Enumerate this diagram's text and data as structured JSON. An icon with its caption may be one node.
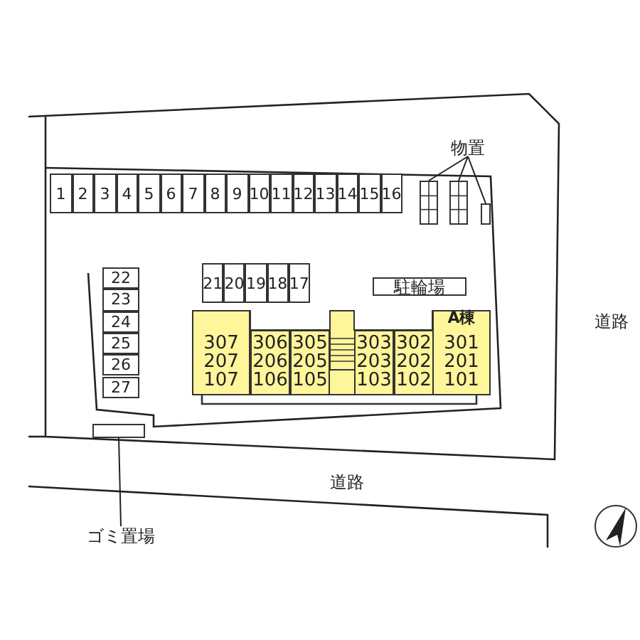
{
  "diagram": {
    "nodes": [
      {
        "text": [
          "物置"
        ]
      },
      {
        "text": [],
        "shape": "box"
      },
      {
        "text": [],
        "shape": "box"
      },
      {
        "text": [],
        "shape": "box"
      },
      {
        "text": [
          "1"
        ]
      },
      {
        "text": [
          "2"
        ]
      },
      {
        "text": [
          "3"
        ]
      },
      {
        "text": [
          "4"
        ]
      },
      {
        "text": [
          "5"
        ]
      },
      {
        "text": [
          "6"
        ]
      },
      {
        "text": [
          "7"
        ]
      },
      {
        "text": [
          "8"
        ]
      },
      {
        "text": [
          "9"
        ]
      },
      {
        "text": [
          "10"
        ]
      },
      {
        "text": [
          "11"
        ]
      },
      {
        "text": [
          "12"
        ]
      },
      {
        "text": [
          "13"
        ]
      },
      {
        "text": [
          "14"
        ]
      },
      {
        "text": [
          "15"
        ]
      },
      {
        "text": [
          "16"
        ]
      },
      {
        "text": [
          "21"
        ]
      },
      {
        "text": [
          "20"
        ]
      },
      {
        "text": [
          "19"
        ]
      },
      {
        "text": [
          "18"
        ]
      },
      {
        "text": [
          "17"
        ]
      },
      {
        "text": [
          "駐輪場"
        ]
      },
      {
        "text": [
          "22"
        ]
      },
      {
        "text": [
          "23"
        ]
      },
      {
        "text": [
          "24"
        ]
      },
      {
        "text": [
          "25"
        ]
      },
      {
        "text": [
          "26"
        ]
      },
      {
        "text": [
          "27"
        ]
      },
      {
        "text": [],
        "shape": "box"
      },
      {
        "text": [
          "307",
          "207",
          "107"
        ],
        "in": 32
      },
      {
        "text": [
          "306",
          "206",
          "106"
        ],
        "in": 32
      },
      {
        "text": [
          "305",
          "205",
          "105"
        ],
        "in": 32
      },
      {
        "text": [
          "303",
          "203",
          "103"
        ],
        "in": 32
      },
      {
        "text": [
          "302",
          "202",
          "102"
        ],
        "in": 32
      },
      {
        "text": [
          "A棟",
          "301",
          "201",
          "101"
        ],
        "in": 32
      },
      {
        "text": [],
        "shape": "box"
      },
      {
        "text": [
          "ゴミ置場"
        ]
      }
    ],
    "edges": [
      {
        "from": 0,
        "to": 1,
        "arrow": "none"
      },
      {
        "from": 0,
        "to": 2,
        "arrow": "none"
      },
      {
        "from": 0,
        "to": 3,
        "arrow": "none"
      },
      {
        "from": 40,
        "to": 39,
        "arrow": "none"
      }
    ],
    "labels": [
      "道路",
      "道路"
    ]
  }
}
